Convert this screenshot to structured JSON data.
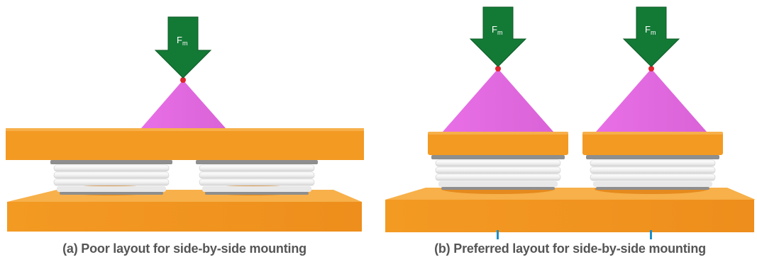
{
  "colors": {
    "plate": "#F39A23",
    "plate_top": "#F7AD3E",
    "plate_dark": "#E0861A",
    "cone": "#E36DE0",
    "arrow": "#137A36",
    "contact_point": "#E0262E",
    "sensor_white": "#EEEEEE",
    "sensor_gray": "#8E8E8E",
    "pin": "#1E8FC8"
  },
  "force": {
    "symbol": "F",
    "subscript": "m",
    "icon": "down-arrow-icon"
  },
  "panels": {
    "a": {
      "caption": "(a) Poor layout for side-by-side mounting"
    },
    "b": {
      "caption": "(b) Preferred layout for side-by-side mounting"
    }
  }
}
